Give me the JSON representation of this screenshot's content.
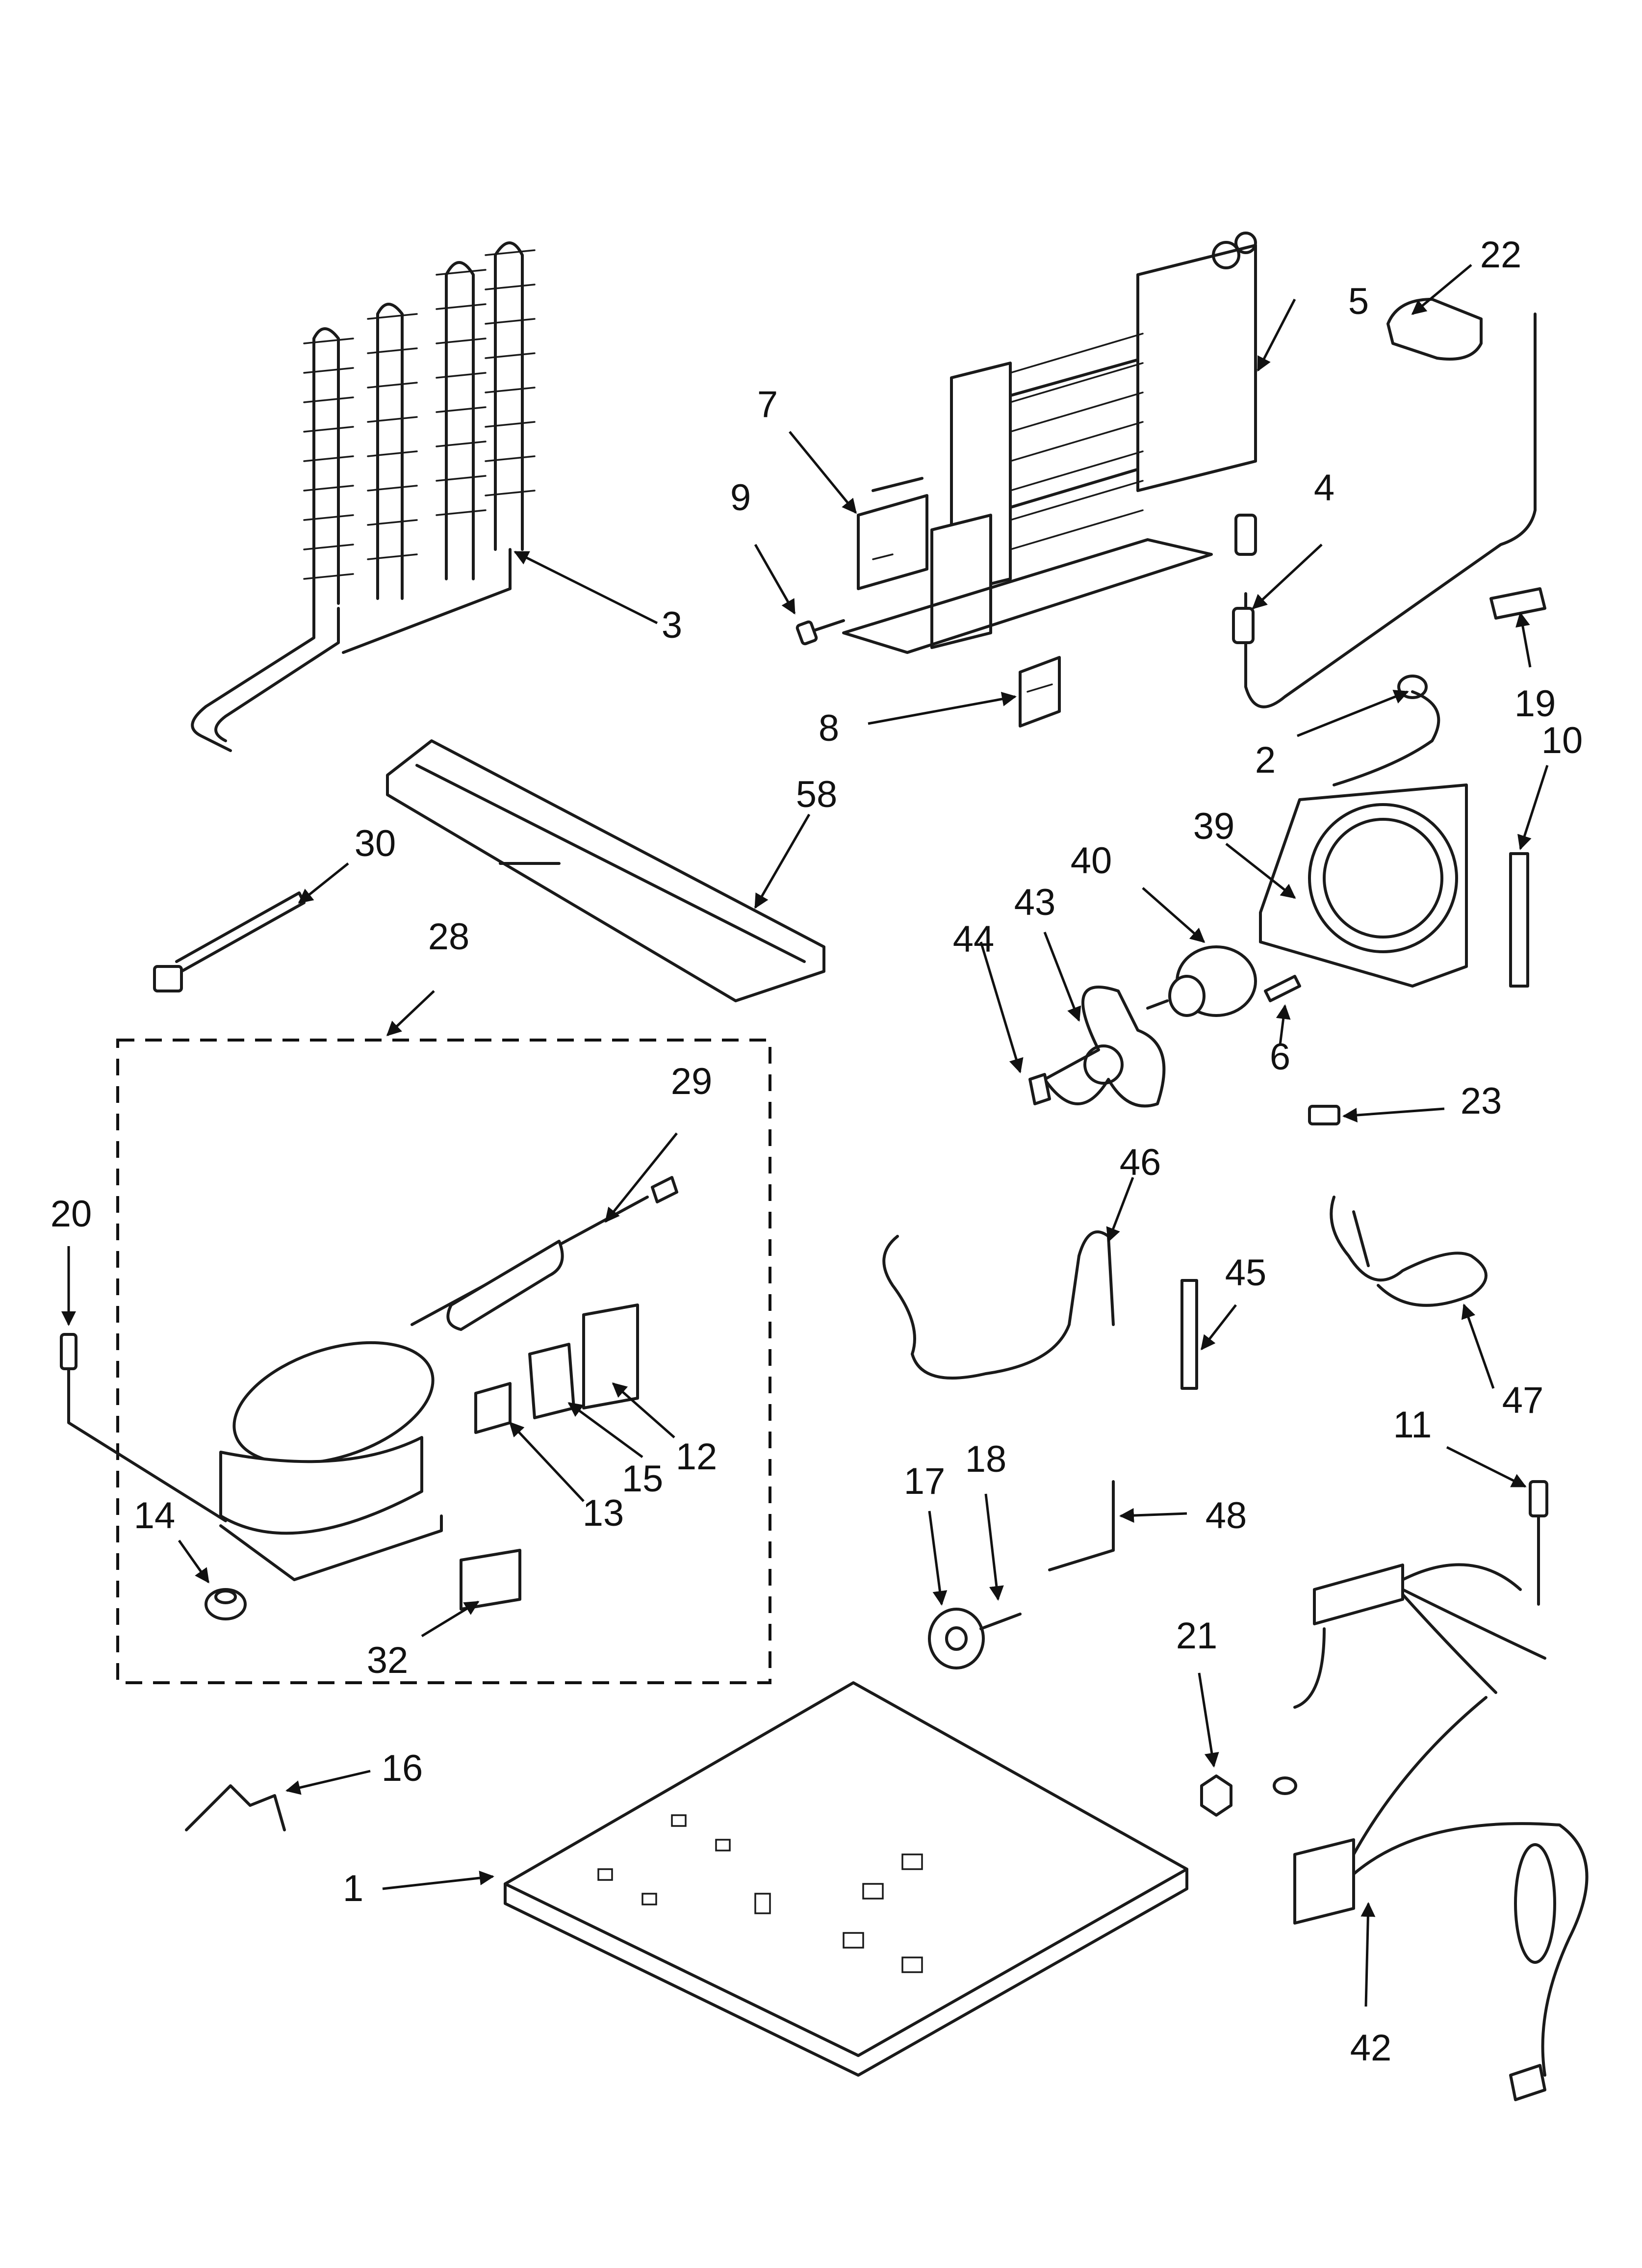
{
  "colors": {
    "ink": "#111111",
    "paper": "#ffffff"
  },
  "callouts": {
    "p1": "1",
    "p2": "2",
    "p3": "3",
    "p4": "4",
    "p5": "5",
    "p6": "6",
    "p7": "7",
    "p8": "8",
    "p9": "9",
    "p10": "10",
    "p11": "11",
    "p12": "12",
    "p13": "13",
    "p14": "14",
    "p15": "15",
    "p16": "16",
    "p17": "17",
    "p18": "18",
    "p19": "19",
    "p20": "20",
    "p21": "21",
    "p22": "22",
    "p23": "23",
    "p28": "28",
    "p29": "29",
    "p30": "30",
    "p32": "32",
    "p39": "39",
    "p40": "40",
    "p42": "42",
    "p43": "43",
    "p44": "44",
    "p45": "45",
    "p46": "46",
    "p47": "47",
    "p48": "48",
    "p58": "58"
  }
}
